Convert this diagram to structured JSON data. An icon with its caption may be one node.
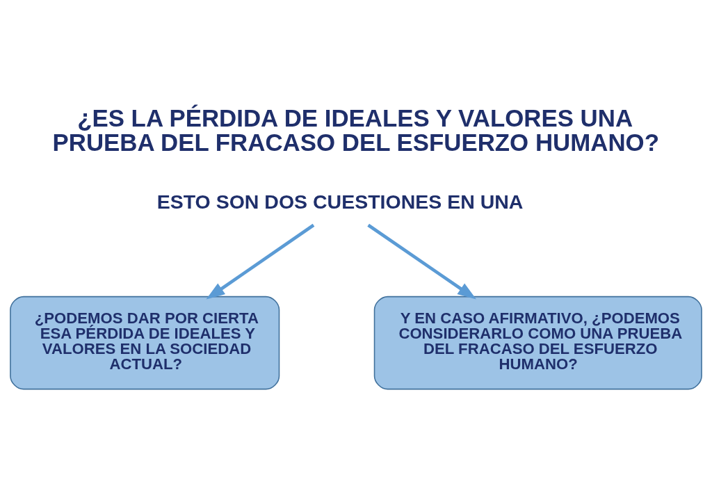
{
  "diagram": {
    "title": "¿ES LA PÉRDIDA DE IDEALES Y VALORES UNA PRUEBA DEL FRACASO DEL ESFUERZO HUMANO?",
    "nodes": [
      {
        "text": [
          "ESTO SON DOS CUESTIONES EN UNA"
        ]
      },
      {
        "text": [
          "¿PODEMOS DAR POR CIERTA ESA PÉRDIDA DE IDEALES Y VALORES EN LA SOCIEDAD ACTUAL?"
        ]
      },
      {
        "text": [
          "Y EN CASO AFIRMATIVO, ¿PODEMOS CONSIDERARLO COMO UNA PRUEBA DEL FRACASO DEL ESFUERZO HUMANO?"
        ]
      }
    ],
    "edges": [
      {
        "from": 0,
        "to": 1,
        "arrow": "to"
      },
      {
        "from": 0,
        "to": 2,
        "arrow": "to"
      }
    ]
  }
}
